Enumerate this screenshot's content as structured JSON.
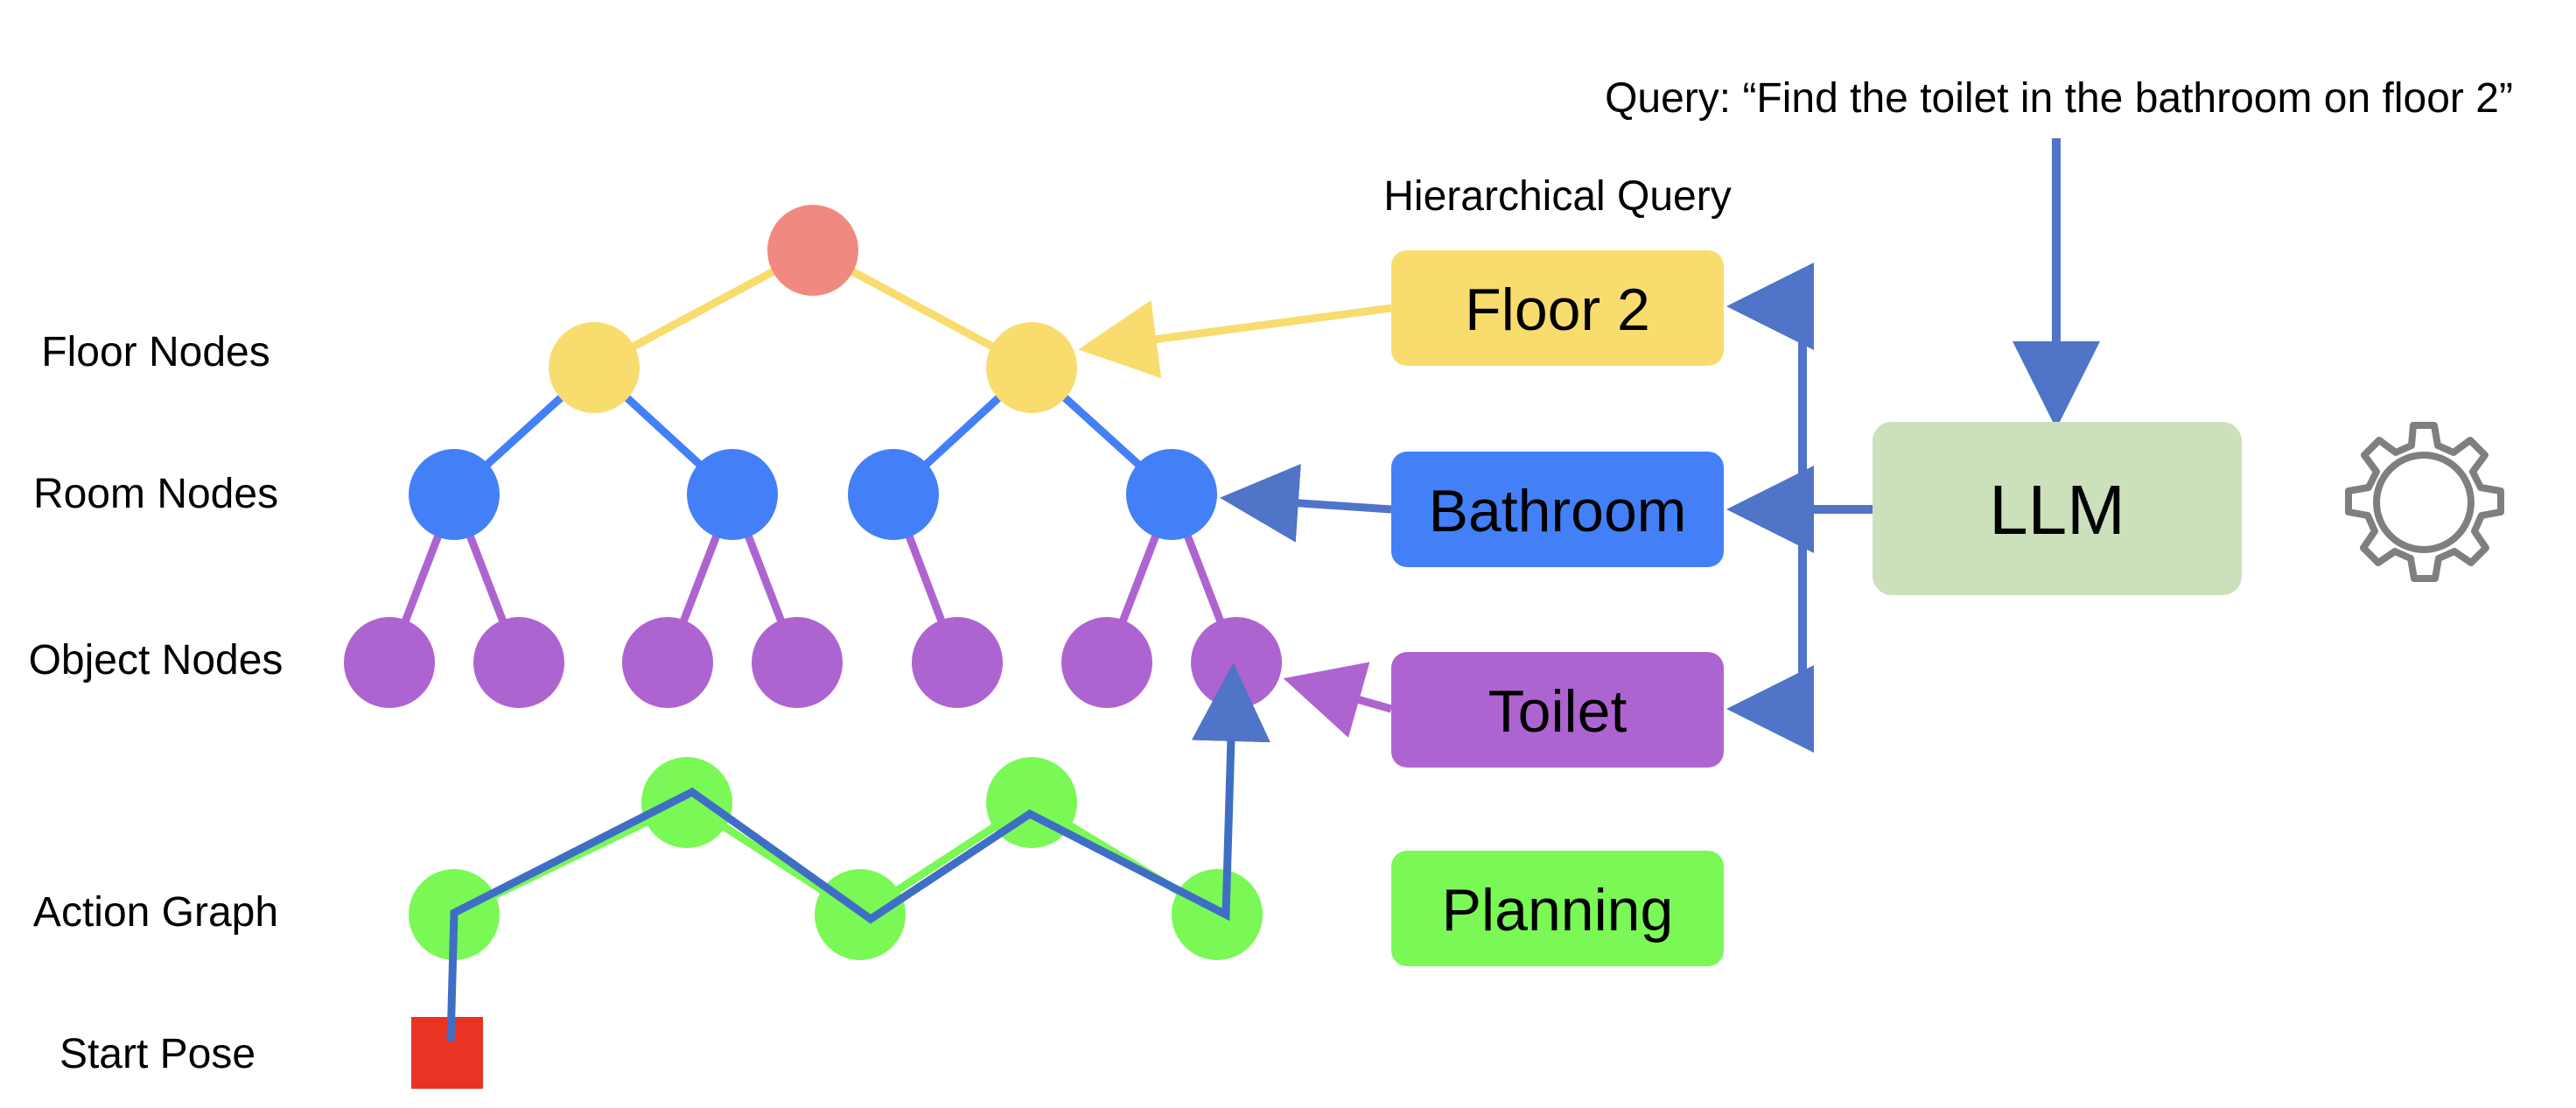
{
  "labels": {
    "floor_nodes": "Floor Nodes",
    "room_nodes": "Room Nodes",
    "object_nodes": "Object Nodes",
    "action_graph": "Action Graph",
    "start_pose": "Start Pose"
  },
  "query": "Query: “Find the toilet in the bathroom on floor 2”",
  "hierarchical_query": "Hierarchical Query",
  "boxes": {
    "floor": "Floor 2",
    "room": "Bathroom",
    "object": "Toilet",
    "planning": "Planning"
  },
  "llm": "LLM",
  "colors": {
    "root": "#F08A80",
    "floor": "#F9DC6E",
    "room": "#4380F8",
    "object": "#AE64D0",
    "action": "#7AF856",
    "start": "#EA3323",
    "path": "#3F6FC4",
    "llm_box": "#CCE0BB",
    "arrow": "#4F74C8",
    "gear": "#7F7F7F"
  },
  "icons": {
    "settings": "gear-icon"
  }
}
